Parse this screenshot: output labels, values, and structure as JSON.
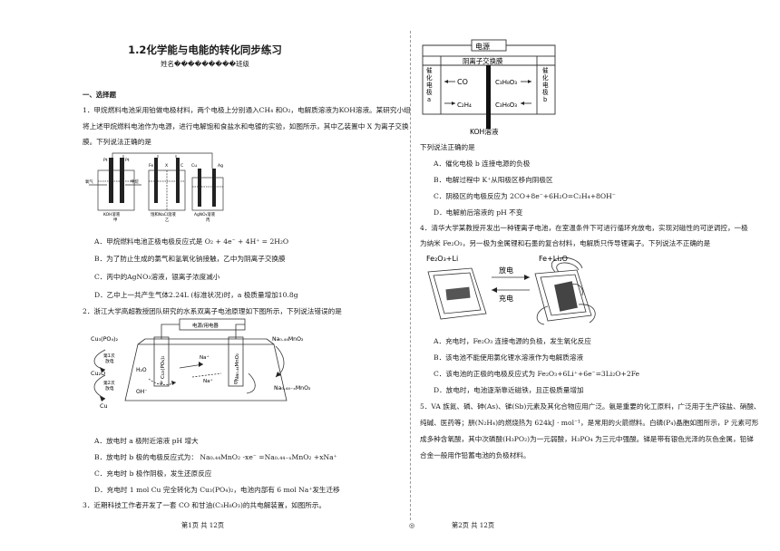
{
  "doc": {
    "title": "1.2化学能与电能的转化同步练习",
    "name_line": "姓名���������班级",
    "section": "一、选择题"
  },
  "q1": {
    "line1": "1．甲烷燃料电池采用铂做电极材料，两个电极上分别通入CH₄ 和O₂，电解质溶液为KOH溶液。某研究小组",
    "line2": "将上述甲烷燃料电池作为电源，进行电解饱和食盐水和电镀的实验，如图所示，其中乙装置中 X 为离子交换",
    "line3": "膜。下列说法正确的是",
    "fig": {
      "pt1": "Pt",
      "pt2": "Pt",
      "fe": "Fe",
      "x": "X",
      "c": "C",
      "cu": "Cu",
      "ag": "Ag",
      "o2": "氧气",
      "ch4": "甲烷",
      "koh": "KOH溶液",
      "jia": "甲",
      "nacl": "饱和NaCl溶液",
      "yi": "乙",
      "agno3": "AgNO₃溶液",
      "bing": "丙"
    },
    "options": [
      "A．甲烷燃料电池正极电极反应式是 O₂ + 4e⁻ + 4H⁺ = 2H₂O",
      "B．为了防止生成的氯气和氢氧化钠接触，乙中为阴离子交换膜",
      "C．丙中的AgNO₃溶液，银离子浓度减小",
      "D．乙中上一共产生气体2.24L (标准状况)时，a 极质量增加10.8g"
    ]
  },
  "q2": {
    "line1": "2．浙江大学高超教授团队研究的水系双离子电池原理如下图所示，下列说法错误的是",
    "fig": {
      "power": "电源/用电器",
      "cu3po42": "Cu₃(PO₄)₂",
      "first_discharge": "第1次\n放电",
      "cu2o": "Cu₂O",
      "second_discharge": "第2次\n放电",
      "cu": "Cu",
      "h2o": "H₂O",
      "oh": "OH⁻",
      "na_plus_top": "Na⁺",
      "na_plus_mid": "Na⁺",
      "electrode_a": "a",
      "electrode_b": "b",
      "left_label": "Cu₃(PO₄)₂",
      "right_label": "Na₀.₄₄MnO₂",
      "na044": "Na₀.₄₄MnO₂",
      "na044x": "Na₀.₄₄₋ₓMnO₂"
    },
    "options": [
      "A．放电时 a 极附近溶液 pH 增大",
      "B．放电时 b 极的电极反应式为：  Na₀.₄₄MnO₂ -xe⁻ =Na₀.₄₄₋ₓMnO₂ +xNa⁺",
      "C．充电时 b 极作阴极，发生还原反应",
      "D．充电时 1 mol Cu 完全转化为 Cu₃(PO₄)₂，电池内部有 6 mol Na⁺发生迁移"
    ]
  },
  "q3": {
    "line1": "3．近期科技工作者开发了一套 CO 和甘油(C₃H₈O₃)的共电解装置，如图所示。",
    "fig": {
      "power": "电源",
      "membrane": "阴离子交换膜",
      "left_electrode": "催\n化\n电\n极\na",
      "right_electrode": "催\n化\n电\n极\nb",
      "co": "CO",
      "c2h4": "C₂H₄",
      "c3h8o3": "C₃H₈O₃",
      "c3h6o3": "C₃H₆O₃",
      "koh": "KOH溶液"
    },
    "stem": "下列说法正确的是",
    "options": [
      "A．催化电极 b 连接电源的负极",
      "B．电解过程中 K⁺从阳极区移向阴极区",
      "C．阴极区的电极反应为 2CO+8e⁻+6H₂O=C₂H₄+8OH⁻",
      "D．电解前后溶液的 pH 不变"
    ]
  },
  "q4": {
    "line1": "4．清华大学某教授开发出一种锂离子电池，在室温条件下可进行循环充放电，实现对磁性的可逆调控，一极",
    "line2": "为纳米 Fe₂O₃，另一极为金属锂和石墨的复合材料，电解质只传导锂离子。下列说法不正确的是",
    "fig": {
      "left_formula": "Fe₂O₃+Li",
      "right_formula": "Fe+Li₂O",
      "discharge": "放电",
      "charge": "充电"
    },
    "options": [
      "A．充电时，Fe₂O₃ 连接电源的负极，发生氧化反应",
      "B．该电池不能使用氯化锂水溶液作为电解质溶液",
      "C．该电池的正极的电极反应式为 Fe₂O₃+6Li⁺+6e⁻=3Li₂O+2Fe",
      "D．放电时，电池逐渐靠近磁铁，且正极质量增加"
    ]
  },
  "q5": {
    "line1": "5．VA 族氮、磷、砷(As)、锑(Sb)元素及其化合物应用广泛。氨是重要的化工原料，广泛用于生产铵盐、硝酸、",
    "line2": "纯碱、医药等；肼(N₂H₄)的燃烧热为 624kJ · mol⁻¹，是常用的火箭燃料。白磷(P₄)晶胞如图所示，P 元素可形",
    "line3": "成多种含氧酸，其中次磷酸(H₃PO₂)为一元弱酸，H₃PO₄ 为三元中强酸。锑是带有银色光泽的灰色金属，铅锑",
    "line4": "合金一般用作铅蓄电池的负极材料。"
  },
  "footer": {
    "left": "第1页  共 12页",
    "center": "◎",
    "right": "第2页  共 12页"
  }
}
